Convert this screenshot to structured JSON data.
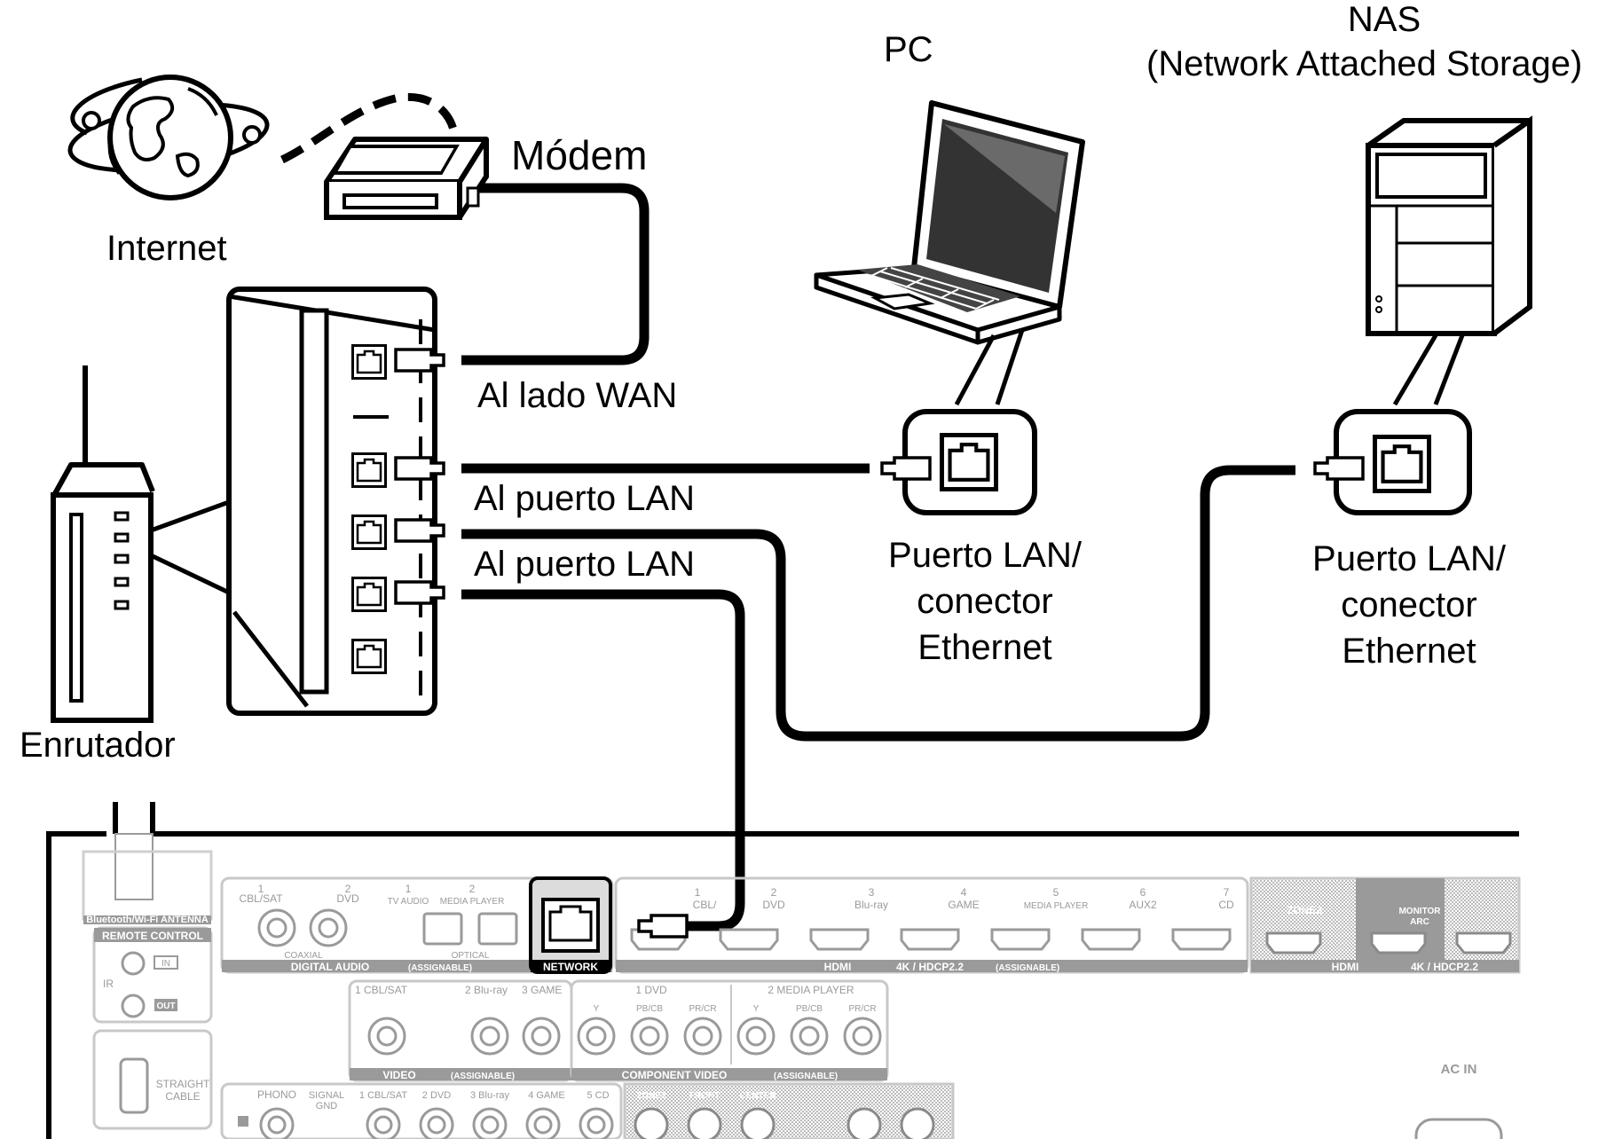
{
  "labels": {
    "internet": "Internet",
    "modem": "Módem",
    "router": "Enrutador",
    "pc": "PC",
    "nas_line1": "NAS",
    "nas_line2": "(Network Attached Storage)",
    "wan": "Al lado WAN",
    "lan1": "Al puerto LAN",
    "lan2": "Al puerto LAN",
    "pc_port_line1": "Puerto LAN/",
    "pc_port_line2": "conector",
    "pc_port_line3": "Ethernet",
    "nas_port_line1": "Puerto LAN/",
    "nas_port_line2": "conector",
    "nas_port_line3": "Ethernet"
  },
  "receiver_panel": {
    "antenna": "Bluetooth/Wi-Fi ANTENNA",
    "remote_control": "REMOTE CONTROL",
    "ir": "IR",
    "in": "IN",
    "out": "OUT",
    "straight_cable_1": "STRAIGHT",
    "straight_cable_2": "CABLE",
    "digital_audio": "DIGITAL AUDIO",
    "assignable": "(ASSIGNABLE)",
    "coaxial": "COAXIAL",
    "optical": "OPTICAL",
    "network": "NETWORK",
    "hdmi_in": "HDMI",
    "hdmi_in_suffix": "4K / HDCP2.2",
    "hdmi_out": "HDMI",
    "hdmi_out_suffix": "4K / HDCP2.2",
    "zone2": "ZONE2",
    "monitor_arc_1": "MONITOR",
    "monitor_arc_2": "ARC",
    "video": "VIDEO",
    "component_video": "COMPONENT VIDEO",
    "ac_in": "AC IN",
    "phono": "PHONO",
    "signal_gnd_1": "SIGNAL",
    "signal_gnd_2": "GND",
    "digital_inputs": [
      {
        "num": "1",
        "name": "CBL/SAT"
      },
      {
        "num": "2",
        "name": "DVD"
      },
      {
        "num": "1",
        "name": "TV AUDIO"
      },
      {
        "num": "2",
        "name": "MEDIA PLAYER"
      }
    ],
    "hdmi_inputs": [
      {
        "num": "1",
        "name": "CBL/"
      },
      {
        "num": "2",
        "name": "DVD"
      },
      {
        "num": "3",
        "name": "Blu-ray"
      },
      {
        "num": "4",
        "name": "GAME"
      },
      {
        "num": "5",
        "name": "MEDIA PLAYER"
      },
      {
        "num": "6",
        "name": "AUX2"
      },
      {
        "num": "7",
        "name": "CD"
      }
    ],
    "video_inputs": [
      "1 CBL/SAT",
      "2 Blu-ray",
      "3 GAME"
    ],
    "component_inputs": [
      "1 DVD",
      "2 MEDIA PLAYER"
    ],
    "component_channels": [
      "Y",
      "PB/CB",
      "PR/CR"
    ],
    "audio_inputs": [
      "1 CBL/SAT",
      "2 DVD",
      "3 Blu-ray",
      "4 GAME",
      "5 CD"
    ],
    "pre_outs": [
      "ZONE2",
      "FRONT",
      "CENTER"
    ]
  }
}
